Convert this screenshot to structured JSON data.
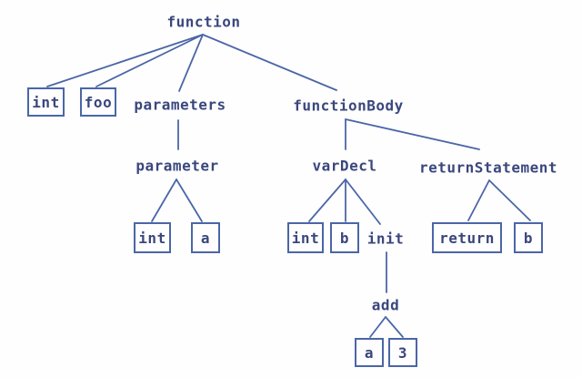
{
  "tree": {
    "description": "Abstract syntax tree of a function declaration",
    "colors": {
      "line": "#4b66a7",
      "text": "#3a477d",
      "background": "#fefefe"
    },
    "nodes": {
      "function": {
        "label": "function",
        "boxed": false
      },
      "int1": {
        "label": "int",
        "boxed": true
      },
      "foo": {
        "label": "foo",
        "boxed": true
      },
      "parameters": {
        "label": "parameters",
        "boxed": false
      },
      "functionBody": {
        "label": "functionBody",
        "boxed": false
      },
      "parameter": {
        "label": "parameter",
        "boxed": false
      },
      "int2": {
        "label": "int",
        "boxed": true
      },
      "a1": {
        "label": "a",
        "boxed": true
      },
      "varDecl": {
        "label": "varDecl",
        "boxed": false
      },
      "returnStatement": {
        "label": "returnStatement",
        "boxed": false
      },
      "int3": {
        "label": "int",
        "boxed": true
      },
      "b1": {
        "label": "b",
        "boxed": true
      },
      "init": {
        "label": "init",
        "boxed": false
      },
      "add": {
        "label": "add",
        "boxed": false
      },
      "a2": {
        "label": "a",
        "boxed": true
      },
      "three": {
        "label": "3",
        "boxed": true
      },
      "return": {
        "label": "return",
        "boxed": true
      },
      "b2": {
        "label": "b",
        "boxed": true
      }
    },
    "edges": [
      [
        "function",
        "int1"
      ],
      [
        "function",
        "foo"
      ],
      [
        "function",
        "parameters"
      ],
      [
        "function",
        "functionBody"
      ],
      [
        "parameters",
        "parameter"
      ],
      [
        "parameter",
        "int2"
      ],
      [
        "parameter",
        "a1"
      ],
      [
        "functionBody",
        "varDecl"
      ],
      [
        "functionBody",
        "returnStatement"
      ],
      [
        "varDecl",
        "int3"
      ],
      [
        "varDecl",
        "b1"
      ],
      [
        "varDecl",
        "init"
      ],
      [
        "init",
        "add"
      ],
      [
        "add",
        "a2"
      ],
      [
        "add",
        "three"
      ],
      [
        "returnStatement",
        "return"
      ],
      [
        "returnStatement",
        "b2"
      ]
    ]
  }
}
